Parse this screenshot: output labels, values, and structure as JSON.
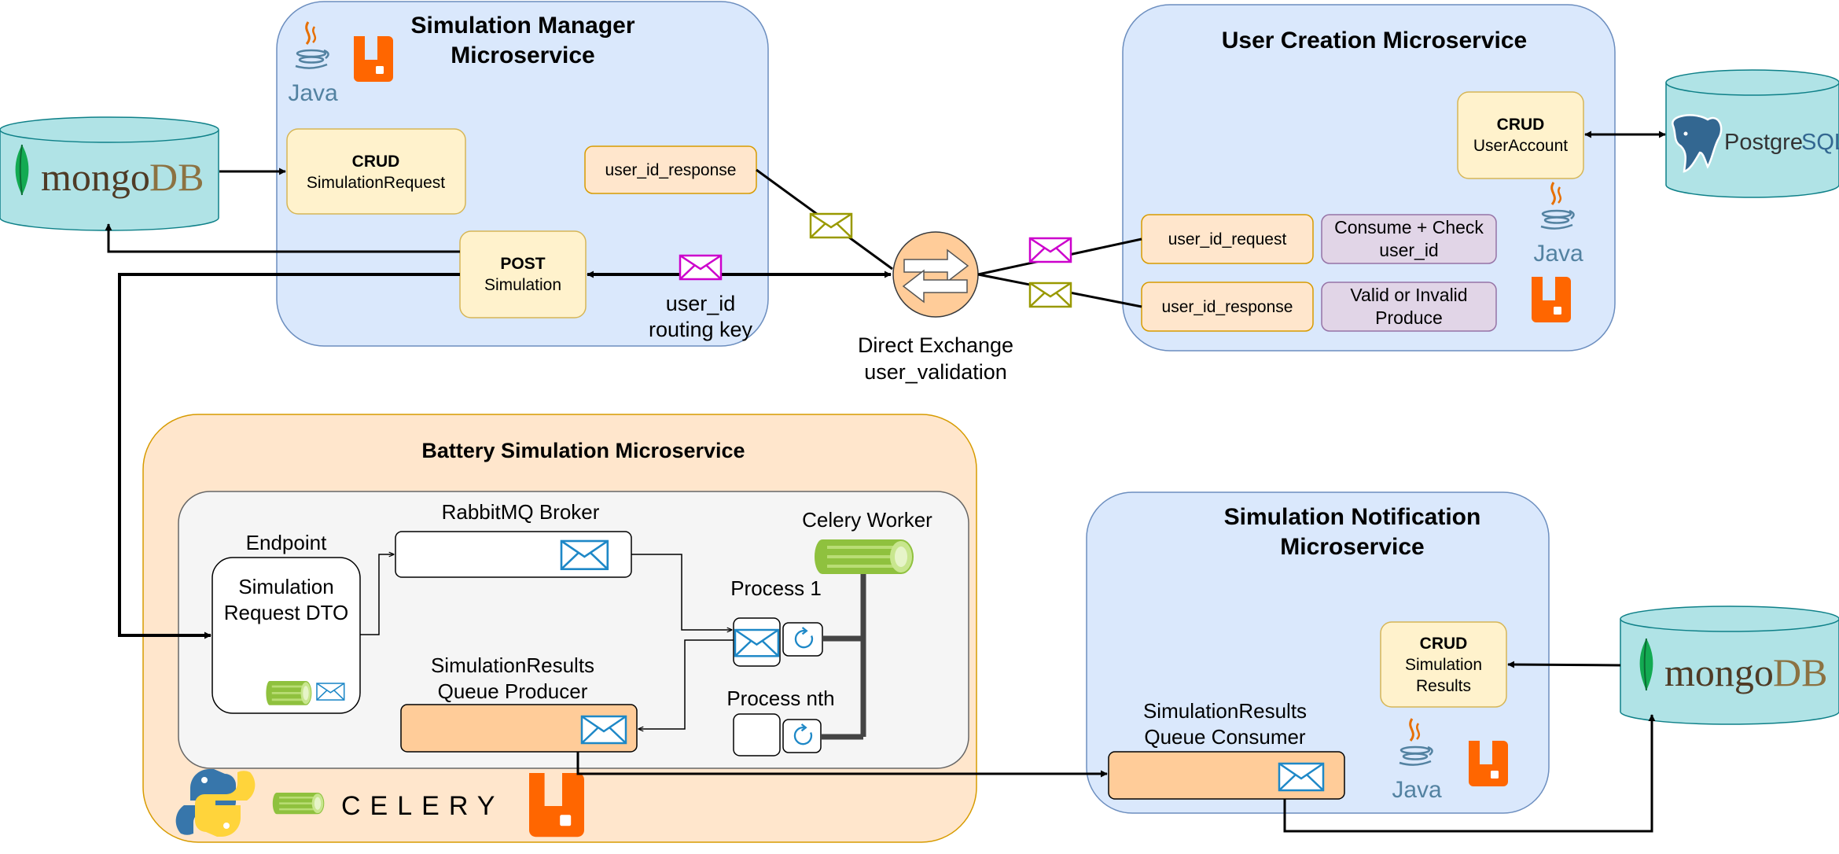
{
  "simulation_manager": {
    "title_line1": "Simulation Manager",
    "title_line2": "Microservice",
    "crud_title": "CRUD",
    "crud_label": "SimulationRequest",
    "queue_label": "user_id_response",
    "post_title": "POST",
    "post_label": "Simulation",
    "routing_line1": "user_id",
    "routing_line2": "routing key"
  },
  "mongodb_left": {
    "logo_text_a": "mongo",
    "logo_text_b": "DB"
  },
  "exchange": {
    "line1": "Direct Exchange",
    "line2": "user_validation"
  },
  "user_creation": {
    "title": "User Creation Microservice",
    "crud_title": "CRUD",
    "crud_label": "UserAccount",
    "queue_request": "user_id_request",
    "queue_response": "user_id_response",
    "consume_line1": "Consume + Check",
    "consume_line2": "user_id",
    "produce_line1": "Valid or Invalid",
    "produce_line2": "Produce"
  },
  "postgres": {
    "logo_text_a": "Postgre",
    "logo_text_b": "SQL"
  },
  "battery": {
    "title": "Battery Simulation Microservice",
    "broker_label": "RabbitMQ Broker",
    "endpoint_label": "Endpoint",
    "dto_line1": "Simulation",
    "dto_line2": "Request DTO",
    "worker_label": "Celery Worker",
    "process1_label": "Process 1",
    "processn_label": "Process nth",
    "producer_line1": "SimulationResults",
    "producer_line2": "Queue Producer",
    "celery_text": "CELERY"
  },
  "notification": {
    "title_line1": "Simulation Notification",
    "title_line2": "Microservice",
    "crud_title": "CRUD",
    "crud_line1": "Simulation",
    "crud_line2": "Results",
    "consumer_line1": "SimulationResults",
    "consumer_line2": "Queue Consumer"
  },
  "mongodb_right": {
    "logo_text_a": "mongo",
    "logo_text_b": "DB"
  },
  "java_label": "Java",
  "colors": {
    "blue_panel": "#dae8fc",
    "blue_border": "#6c8ebf",
    "orange_panel": "#ffe6cc",
    "orange_border": "#d79b00",
    "yellow_box": "#fff2cc",
    "yellow_border": "#d6b656",
    "peach_box": "#ffcc99",
    "lilac_box": "#e1d5e7",
    "lilac_border": "#9673a6",
    "db_fill": "#b0e3e6",
    "db_border": "#0e8088",
    "rabbit": "#ff6600",
    "celery_green": "#8fc13e",
    "envelope_blue": "#1e88c7",
    "magenta_envelope": "#cc00cc",
    "olive_envelope": "#999900"
  }
}
